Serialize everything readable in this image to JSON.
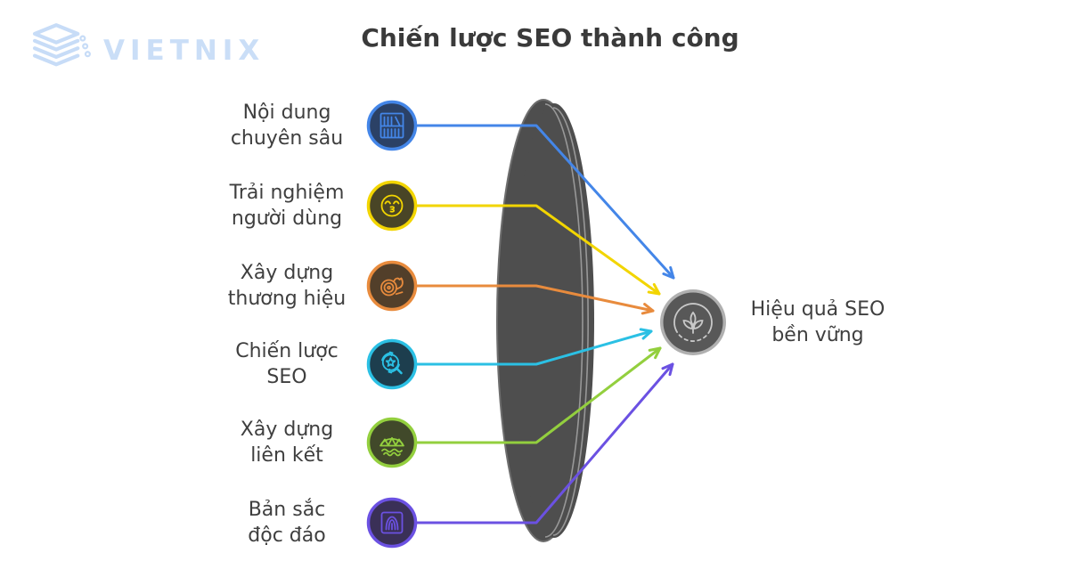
{
  "logo": {
    "text": "VIETNIX",
    "color": "#c7dcf7"
  },
  "title": "Chiến lược SEO thành công",
  "items": [
    {
      "line1": "Nội dung",
      "line2": "chuyên sâu",
      "icon": "bookshelf-icon",
      "color": "#4486e8",
      "fill": "#2b4166"
    },
    {
      "line1": "Trải nghiệm",
      "line2": "người dùng",
      "icon": "kissing-face-icon",
      "color": "#f2d500",
      "fill": "#494526"
    },
    {
      "line1": "Xây dựng",
      "line2": "thương hiệu",
      "icon": "stamp-icon",
      "color": "#e88b3d",
      "fill": "#523f2a"
    },
    {
      "line1": "Chiến lược",
      "line2": "SEO",
      "icon": "seo-magnifier-icon",
      "color": "#2bc0e4",
      "fill": "#1d3e4e"
    },
    {
      "line1": "Xây dựng",
      "line2": "liên kết",
      "icon": "bridge-icon",
      "color": "#93cf3e",
      "fill": "#41492a"
    },
    {
      "line1": "Bản sắc",
      "line2": "độc đáo",
      "icon": "fingerprint-icon",
      "color": "#6b51e2",
      "fill": "#3a3057"
    }
  ],
  "result": {
    "line1": "Hiệu quả SEO",
    "line2": "bền vững",
    "icon": "sprout-icon",
    "circle_fill": "#585858",
    "ring_color": "#b0b0b0",
    "icon_stroke": "#c8c8c8"
  },
  "lens": {
    "fill": "#4e4e4e",
    "rim": "#6e6e6e",
    "streak": "#989898"
  }
}
